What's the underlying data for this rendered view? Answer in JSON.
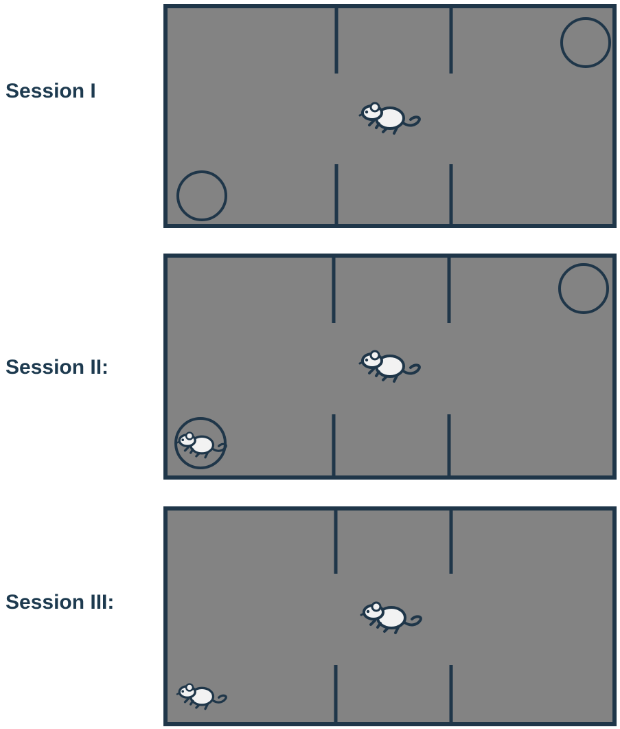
{
  "colors": {
    "arena_fill": "#838383",
    "arena_border": "#1f3649",
    "label_text": "#1d3a4f",
    "rat_body": "#f2f2f2",
    "rat_outline": "#1f3649"
  },
  "icons": [
    "rat-icon",
    "target-circle-icon"
  ],
  "sessions": [
    {
      "label": "Session I",
      "circles": [
        "top-right",
        "bottom-left"
      ],
      "rats": [
        "center"
      ]
    },
    {
      "label": "Session II:",
      "circles": [
        "top-right",
        "bottom-left"
      ],
      "rats": [
        "center",
        "bottom-left-in-circle"
      ]
    },
    {
      "label": "Session III:",
      "circles": [],
      "rats": [
        "center",
        "bottom-left"
      ]
    }
  ]
}
